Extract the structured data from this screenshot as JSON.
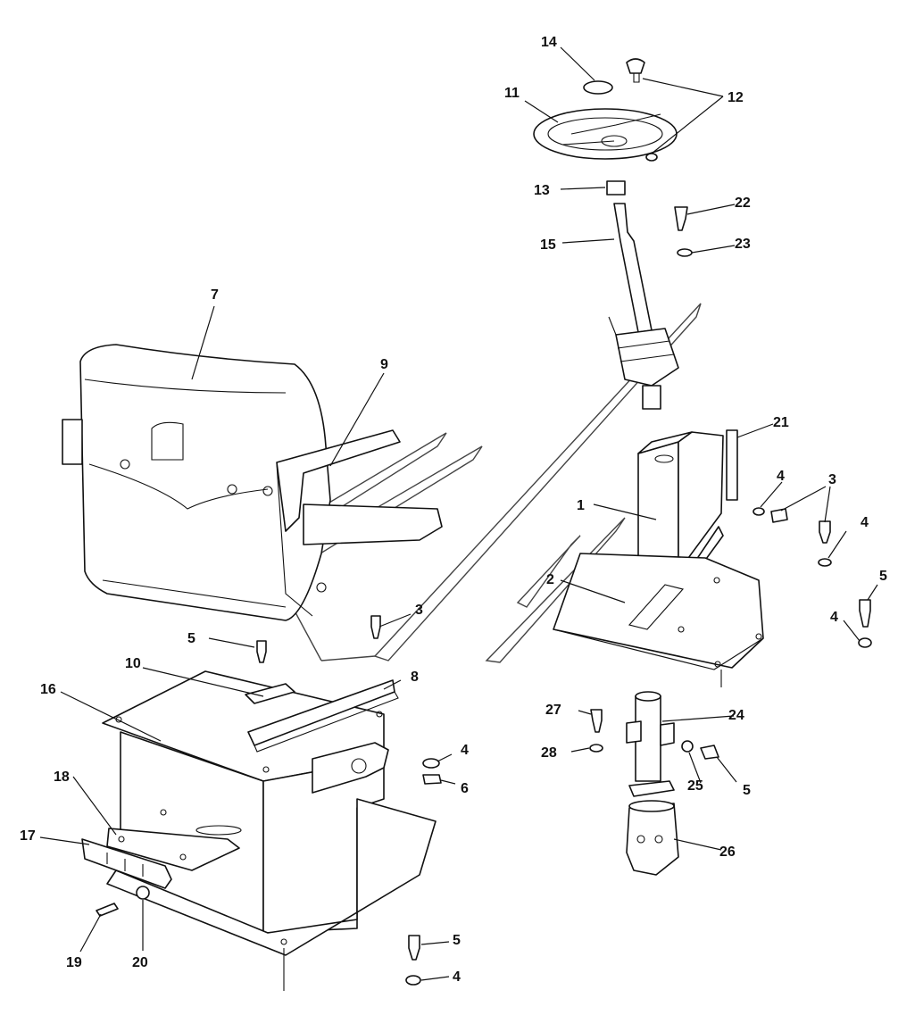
{
  "callouts": [
    {
      "id": "c1",
      "label": "1"
    },
    {
      "id": "c2",
      "label": "2"
    },
    {
      "id": "c3a",
      "label": "3"
    },
    {
      "id": "c3b",
      "label": "3"
    },
    {
      "id": "c4a",
      "label": "4"
    },
    {
      "id": "c4b",
      "label": "4"
    },
    {
      "id": "c4c",
      "label": "4"
    },
    {
      "id": "c4d",
      "label": "4"
    },
    {
      "id": "c4e",
      "label": "4"
    },
    {
      "id": "c5a",
      "label": "5"
    },
    {
      "id": "c5b",
      "label": "5"
    },
    {
      "id": "c5c",
      "label": "5"
    },
    {
      "id": "c5d",
      "label": "5"
    },
    {
      "id": "c6",
      "label": "6"
    },
    {
      "id": "c7",
      "label": "7"
    },
    {
      "id": "c8",
      "label": "8"
    },
    {
      "id": "c9",
      "label": "9"
    },
    {
      "id": "c10",
      "label": "10"
    },
    {
      "id": "c11",
      "label": "11"
    },
    {
      "id": "c12",
      "label": "12"
    },
    {
      "id": "c13",
      "label": "13"
    },
    {
      "id": "c14",
      "label": "14"
    },
    {
      "id": "c15",
      "label": "15"
    },
    {
      "id": "c16",
      "label": "16"
    },
    {
      "id": "c17",
      "label": "17"
    },
    {
      "id": "c18",
      "label": "18"
    },
    {
      "id": "c19",
      "label": "19"
    },
    {
      "id": "c20",
      "label": "20"
    },
    {
      "id": "c21",
      "label": "21"
    },
    {
      "id": "c22",
      "label": "22"
    },
    {
      "id": "c23",
      "label": "23"
    },
    {
      "id": "c24",
      "label": "24"
    },
    {
      "id": "c25",
      "label": "25"
    },
    {
      "id": "c26",
      "label": "26"
    },
    {
      "id": "c27",
      "label": "27"
    },
    {
      "id": "c28",
      "label": "28"
    }
  ]
}
